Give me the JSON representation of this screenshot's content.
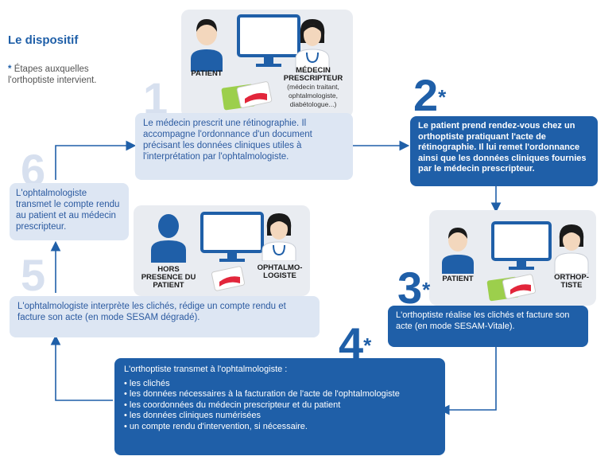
{
  "header": {
    "title": "Le dispositif",
    "legend_star": "*",
    "legend_text": "Étapes auxquelles l'orthoptiste intervient."
  },
  "steps": {
    "s1": {
      "number": "1",
      "text": "Le médecin prescrit une rétinographie. Il accompagne l'ordonnance d'un document précisant les données cliniques utiles à l'interprétation par l'ophtalmologiste.",
      "label_patient": "PATIENT",
      "label_doctor": "MÉDECIN PRESCRIPTEUR",
      "label_doctor_sub": "(médecin traitant, ophtalmologiste, diabétologue...)"
    },
    "s2": {
      "number": "2",
      "star": "*",
      "text": "Le patient prend rendez-vous chez un orthoptiste pratiquant l'acte de rétinographie. Il lui remet l'ordonnance ainsi que les données cliniques fournies par le médecin prescripteur."
    },
    "s3": {
      "number": "3",
      "star": "*",
      "text": "L'orthoptiste réalise les clichés et facture son acte (en mode SESAM-Vitale).",
      "label_patient": "PATIENT",
      "label_ortho": "ORTHOP-TISTE"
    },
    "s4": {
      "number": "4",
      "star": "*",
      "intro": "L'orthoptiste transmet à l'ophtalmologiste :",
      "items": [
        "les clichés",
        "les données nécessaires à la facturation de l'acte de l'ophtalmologiste",
        "les coordonnées du médecin prescripteur et du patient",
        "les données cliniques numérisées",
        "un compte rendu d'intervention, si nécessaire."
      ]
    },
    "s5": {
      "number": "5",
      "text": "L'ophtalmologiste interprète les clichés, rédige un compte rendu et facture son acte (en mode SESAM dégradé).",
      "label_hors": "HORS PRESENCE DU PATIENT",
      "label_ophtalmo": "OPHTALMO-LOGISTE"
    },
    "s6": {
      "number": "6",
      "text": "L'ophtalmologiste transmet le compte rendu au patient et au médecin prescripteur."
    }
  },
  "colors": {
    "dark_blue": "#1f5fa8",
    "light_box": "#dde6f3",
    "light_number": "#d7e0ef",
    "panel_grey": "#e9ecf1",
    "card_green": "#9ccf4c",
    "card_red": "#e2263b"
  }
}
